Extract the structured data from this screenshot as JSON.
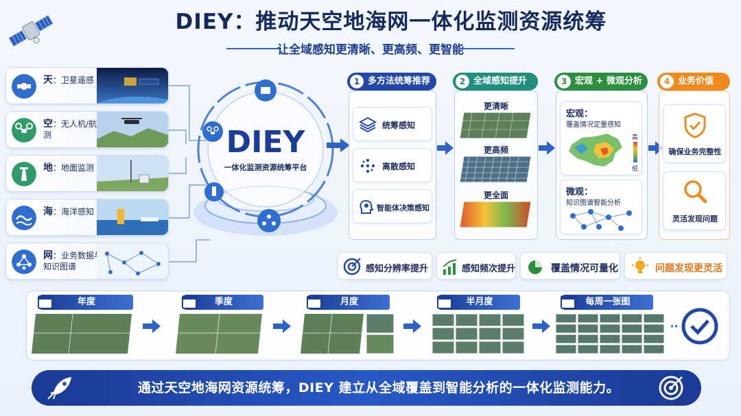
{
  "title": "DIEY：推动天空地海网一体化监测资源统筹",
  "subtitle": "让全域感知更清晰、更高频、更智能",
  "sources": [
    {
      "key": "天",
      "label": "卫星遥感",
      "icon": "satellite-icon",
      "color": "#2f6ed0"
    },
    {
      "key": "空",
      "label": "无人机/航空观测",
      "icon": "drone-icon",
      "color": "#2f9a6a"
    },
    {
      "key": "地",
      "label": "地面监测",
      "icon": "tower-icon",
      "color": "#2f9a6a"
    },
    {
      "key": "海",
      "label": "海洋感知",
      "icon": "wave-icon",
      "color": "#2f6ed0"
    },
    {
      "key": "网",
      "label": "业务数据与知识图谱",
      "icon": "network-icon",
      "color": "#2f6ed0"
    }
  ],
  "platform": {
    "name": "DIEY",
    "desc": "一体化监测资源统筹平台"
  },
  "columns": {
    "c1": {
      "num": "1",
      "title": "多方法统筹推荐",
      "color": "#2148a9",
      "items": [
        "统筹感知",
        "离散感知",
        "智能体决策感知"
      ]
    },
    "c2": {
      "num": "2",
      "title": "全域感知提升",
      "color": "#1f8f7c",
      "items": [
        "更清晰",
        "更高频",
        "更全面"
      ]
    },
    "c3": {
      "num": "3",
      "title": "宏观 + 微观分析",
      "color": "#2b8f3d",
      "macro_title": "宏观：",
      "macro_desc": "覆盖情况定量感知",
      "legend_high": "高",
      "legend_low": "低",
      "micro_title": "微观：",
      "micro_desc": "知识图谱智能分析"
    },
    "c4": {
      "num": "4",
      "title": "业务价值",
      "color": "#f08a1c",
      "items": [
        "确保业务完整性",
        "灵活发现问题"
      ]
    }
  },
  "features": [
    "感知分辨率提升",
    "感知频次提升",
    "覆盖情况可量化",
    "问题发现更灵活"
  ],
  "timeline": [
    "年度",
    "季度",
    "月度",
    "半月度",
    "每周一张图"
  ],
  "banner": "通过天空地海网资源统筹，DIEY 建立从全域覆盖到智能分析的一体化监测能力。",
  "colors": {
    "primary": "#1c3c9a",
    "accent": "#2f62c8",
    "green": "#2b8f3d",
    "orange": "#f08a1c"
  }
}
